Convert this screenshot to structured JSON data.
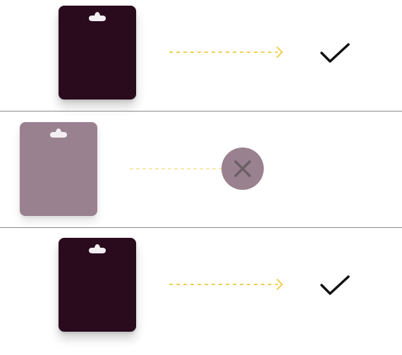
{
  "colors": {
    "card_dark": "#2a0a1d",
    "card_muted": "#9a818f",
    "arrow_dash": "#f0cf52",
    "check_color": "#111111",
    "x_color": "#6b5f66",
    "divider": "#8a8a8a"
  },
  "rows": [
    {
      "state": "valid",
      "card": {
        "style": "dark",
        "icon": "gift-card-icon"
      },
      "connector": {
        "style": "dashed-arrow"
      },
      "status": {
        "icon": "check-icon"
      }
    },
    {
      "state": "invalid",
      "card": {
        "style": "muted",
        "icon": "gift-card-icon"
      },
      "connector": {
        "style": "dashed-line"
      },
      "status": {
        "icon": "close-circle-icon"
      }
    },
    {
      "state": "valid",
      "card": {
        "style": "dark",
        "icon": "gift-card-icon"
      },
      "connector": {
        "style": "dashed-arrow"
      },
      "status": {
        "icon": "check-icon"
      }
    }
  ]
}
